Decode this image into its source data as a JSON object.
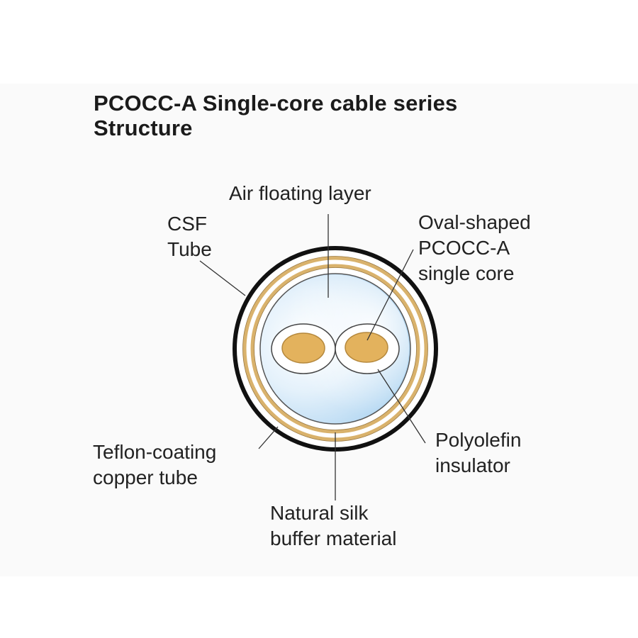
{
  "title": {
    "line1": "PCOCC-A Single-core cable series",
    "line2": "Structure"
  },
  "labels": {
    "air_floating_layer": "Air floating layer",
    "csf_tube": [
      "CSF",
      "Tube"
    ],
    "oval_core": [
      "Oval-shaped",
      "PCOCC-A",
      "single core"
    ],
    "teflon_tube": [
      "Teflon-coating",
      "copper tube"
    ],
    "polyolefin": [
      "Polyolefin",
      "insulator"
    ],
    "silk": [
      "Natural silk",
      "buffer material"
    ]
  },
  "colors": {
    "outer_jacket": "#111111",
    "copper_ring": "#d9b26c",
    "core": "#e3b25d",
    "air_layer": "#cfe6f8",
    "leader_line": "#333333",
    "background": "#fafafa"
  }
}
